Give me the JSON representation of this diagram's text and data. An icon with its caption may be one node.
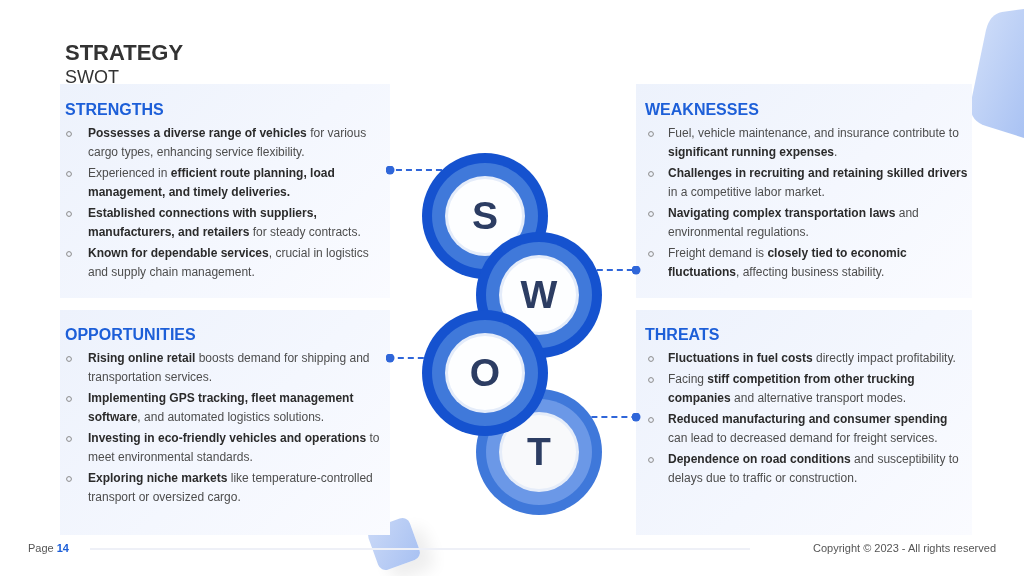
{
  "diagram": {
    "title": "STRATEGY",
    "nodes": [
      {
        "text": [
          "STRENGTHS",
          "**Possesses a diverse range of vehicles** for various cargo types, enhancing service flexibility.",
          "Experienced in **efficient route planning, load management, and timely deliveries.**",
          "**Established connections with suppliers, manufacturers, and retailers** for steady contracts.",
          "**Known for dependable services**, crucial in logistics and supply chain management."
        ]
      },
      {
        "text": [
          "WEAKNESSES",
          "Fuel, vehicle maintenance, and insurance contribute to **significant running expenses**.",
          "**Challenges in recruiting and retaining skilled drivers** in a competitive labor market.",
          "**Navigating complex transportation laws** and environmental regulations.",
          "Freight demand is **closely tied to economic fluctuations**, affecting business stability."
        ]
      },
      {
        "text": [
          "OPPORTUNITIES",
          "**Rising online retail** boosts demand for shipping and transportation services.",
          "**Implementing GPS tracking, fleet management software**, and automated logistics solutions.",
          "**Investing in eco-friendly vehicles and operations** to meet environmental standards.",
          "**Exploring niche markets** like temperature-controlled transport or oversized cargo."
        ]
      },
      {
        "text": [
          "THREATS",
          "**Fluctuations in fuel costs** directly impact profitability.",
          "Facing **stiff competition from other trucking companies** and alternative transport modes.",
          "**Reduced manufacturing and consumer spending** can lead to decreased demand for freight services.",
          "**Dependence on road conditions** and susceptibility to delays due to traffic or construction."
        ]
      },
      {
        "text": [
          "S"
        ]
      },
      {
        "text": [
          "W"
        ]
      },
      {
        "text": [
          "O"
        ]
      },
      {
        "text": [
          "T"
        ]
      }
    ],
    "edges": [
      {
        "from": 4,
        "to": 0,
        "arrow": "other",
        "style": "dashed"
      },
      {
        "from": 5,
        "to": 1,
        "arrow": "other",
        "style": "dashed"
      },
      {
        "from": 6,
        "to": 2,
        "arrow": "other",
        "style": "dashed"
      },
      {
        "from": 7,
        "to": 3,
        "arrow": "other",
        "style": "dashed"
      }
    ],
    "labels": [
      "SWOT",
      "Page **14**",
      "Copyright © 2023 - All rights reserved"
    ]
  }
}
